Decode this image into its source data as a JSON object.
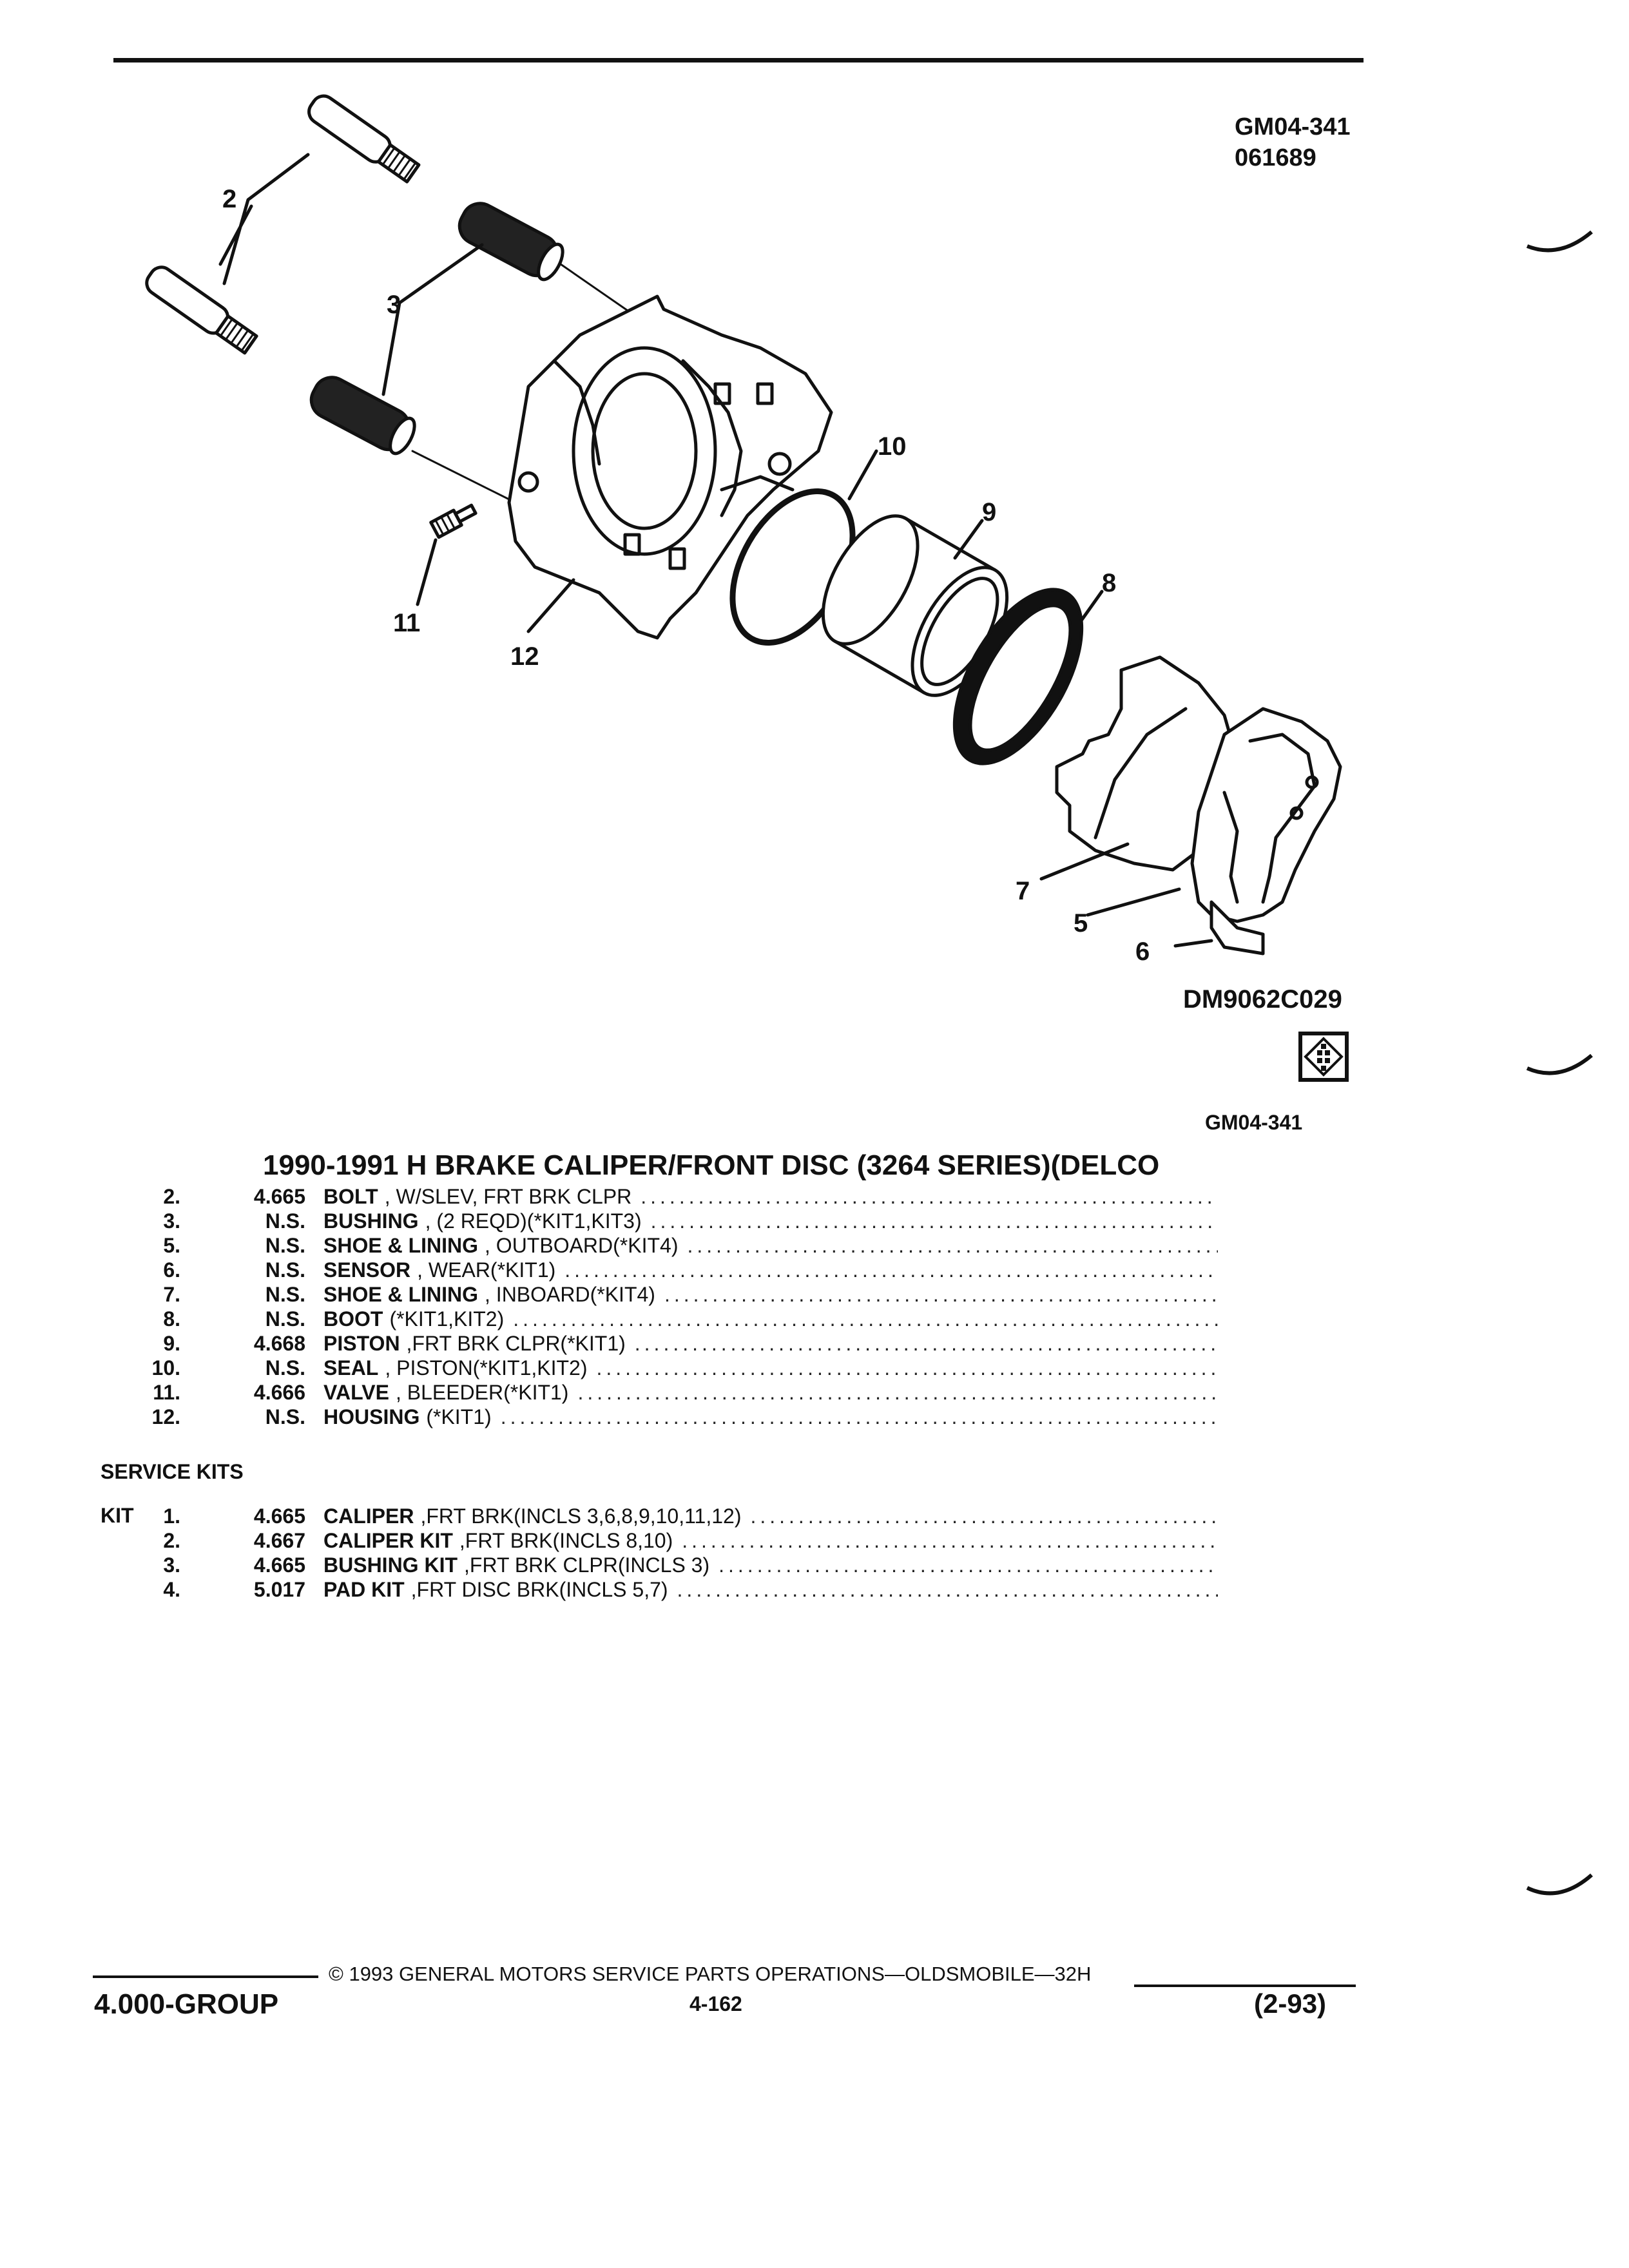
{
  "header": {
    "code_top": "GM04-341",
    "code_date": "061689"
  },
  "diagram": {
    "callouts": [
      "2",
      "3",
      "10",
      "9",
      "8",
      "11",
      "12",
      "7",
      "5",
      "6"
    ],
    "ref_code": "DM9062C029",
    "group_code": "GM04-341"
  },
  "title": "1990-1991 H BRAKE CALIPER/FRONT DISC (3264 SERIES)(DELCO",
  "parts": [
    {
      "num": "2.",
      "price": "4.665",
      "name": "BOLT",
      "desc": ", W/SLEV, FRT BRK CLPR"
    },
    {
      "num": "3.",
      "price": "N.S.",
      "name": "BUSHING",
      "desc": ", (2 REQD)(*KIT1,KIT3)"
    },
    {
      "num": "5.",
      "price": "N.S.",
      "name": "SHOE & LINING",
      "desc": ", OUTBOARD(*KIT4)"
    },
    {
      "num": "6.",
      "price": "N.S.",
      "name": "SENSOR",
      "desc": ", WEAR(*KIT1)"
    },
    {
      "num": "7.",
      "price": "N.S.",
      "name": "SHOE & LINING",
      "desc": ", INBOARD(*KIT4)"
    },
    {
      "num": "8.",
      "price": "N.S.",
      "name": "BOOT",
      "desc": "(*KIT1,KIT2)"
    },
    {
      "num": "9.",
      "price": "4.668",
      "name": "PISTON",
      "desc": ",FRT BRK CLPR(*KIT1)"
    },
    {
      "num": "10.",
      "price": "N.S.",
      "name": "SEAL",
      "desc": ", PISTON(*KIT1,KIT2)"
    },
    {
      "num": "11.",
      "price": "4.666",
      "name": "VALVE",
      "desc": ", BLEEDER(*KIT1)"
    },
    {
      "num": "12.",
      "price": "N.S.",
      "name": "HOUSING",
      "desc": "(*KIT1)"
    }
  ],
  "service_kits": {
    "heading": "SERVICE KITS",
    "kit_label": "KIT",
    "items": [
      {
        "num": "1.",
        "price": "4.665",
        "name": "CALIPER",
        "desc": ",FRT BRK(INCLS 3,6,8,9,10,11,12)"
      },
      {
        "num": "2.",
        "price": "4.667",
        "name": "CALIPER KIT",
        "desc": ",FRT BRK(INCLS 8,10)"
      },
      {
        "num": "3.",
        "price": "4.665",
        "name": "BUSHING KIT",
        "desc": ",FRT BRK CLPR(INCLS 3)"
      },
      {
        "num": "4.",
        "price": "5.017",
        "name": "PAD KIT",
        "desc": ",FRT DISC BRK(INCLS 5,7)"
      }
    ]
  },
  "footer": {
    "group": "4.000-GROUP",
    "copyright": "© 1993 GENERAL MOTORS SERVICE PARTS OPERATIONS—OLDSMOBILE—32H",
    "page": "4-162",
    "date": "(2-93)"
  },
  "dot_leader": "........................................................................................................................"
}
